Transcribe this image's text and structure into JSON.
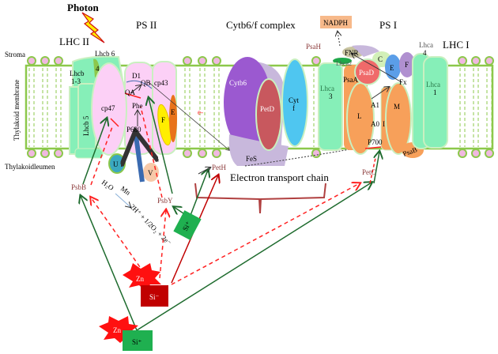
{
  "titles": {
    "photon": "Photon",
    "ps2": "PS II",
    "cytb6f": "Cytb6/f complex",
    "ps1": "PS I",
    "lhc2": "LHC II",
    "lhc1": "LHC I"
  },
  "regions": {
    "stroma": "Stroma",
    "membrane": "Thylakoid membrane",
    "lumen": "Thylakoidleumen"
  },
  "ps2": {
    "lhcb6": "Lhcb 6",
    "four": "4",
    "lhcb13a": "Lhcb",
    "lhcb13b": "1-3",
    "lhcb5": "Lhcb 5",
    "cp47": "cp47",
    "d1": "D1",
    "qb": "QB",
    "cp43": "cp43",
    "qa": "QA",
    "phe": "Phe",
    "p680": "P680",
    "f": "F",
    "e": "E",
    "u": "U",
    "v": "V",
    "eminus": "e-"
  },
  "cyt": {
    "cytb6": "Cytb6",
    "petd": "PetD",
    "cytf1": "Cyt",
    "cytf2": "f",
    "fes": "FeS"
  },
  "ps1": {
    "nadph": "NADPH",
    "psah": "PsaH",
    "fnr": "FNR",
    "lhca2": "Lhca2",
    "c": "C",
    "e": "E",
    "f": "F",
    "psad": "PsaD",
    "psaa": "PsaA",
    "fx": "Fx",
    "lhca3a": "Lhca",
    "lhca3b": "3",
    "l": "L",
    "m": "M",
    "a1": "A1",
    "a0": "A0",
    "i": "I",
    "p700": "P700",
    "psab": "PsaB",
    "lhca4a": "Lhca",
    "lhca4b": "4",
    "lhca1a": "Lhca",
    "lhca1b": "1"
  },
  "lower": {
    "etc": "Electron transport chain",
    "peth": "PetH",
    "petc": "PetC",
    "psbb": "PsbB",
    "psby": "PsbY",
    "h2o": "H₂O",
    "mn": "Mn",
    "reaction": "2H⁺ + 1/2O₂ + 2e⁻",
    "si_plus_small": "Si⁺",
    "zn1": "Zn",
    "si_minus": "Si⁻",
    "zn2": "Zn",
    "si_plus": "Si⁺"
  },
  "colors": {
    "membrane": "#8cc84b",
    "lipid": "#f0b8e0",
    "green_arrow": "#1e6b2e",
    "red_dashed": "#ff2020",
    "dark_red": "#c00000",
    "psii_pink": "#fcd0f6",
    "lhc_green": "#86efb8",
    "cytb6": "#9b59d0",
    "petd": "#c8585e",
    "cytf": "#4fc6f0",
    "psi_orange": "#f7a05a",
    "nadph_box": "#f7b98a"
  }
}
